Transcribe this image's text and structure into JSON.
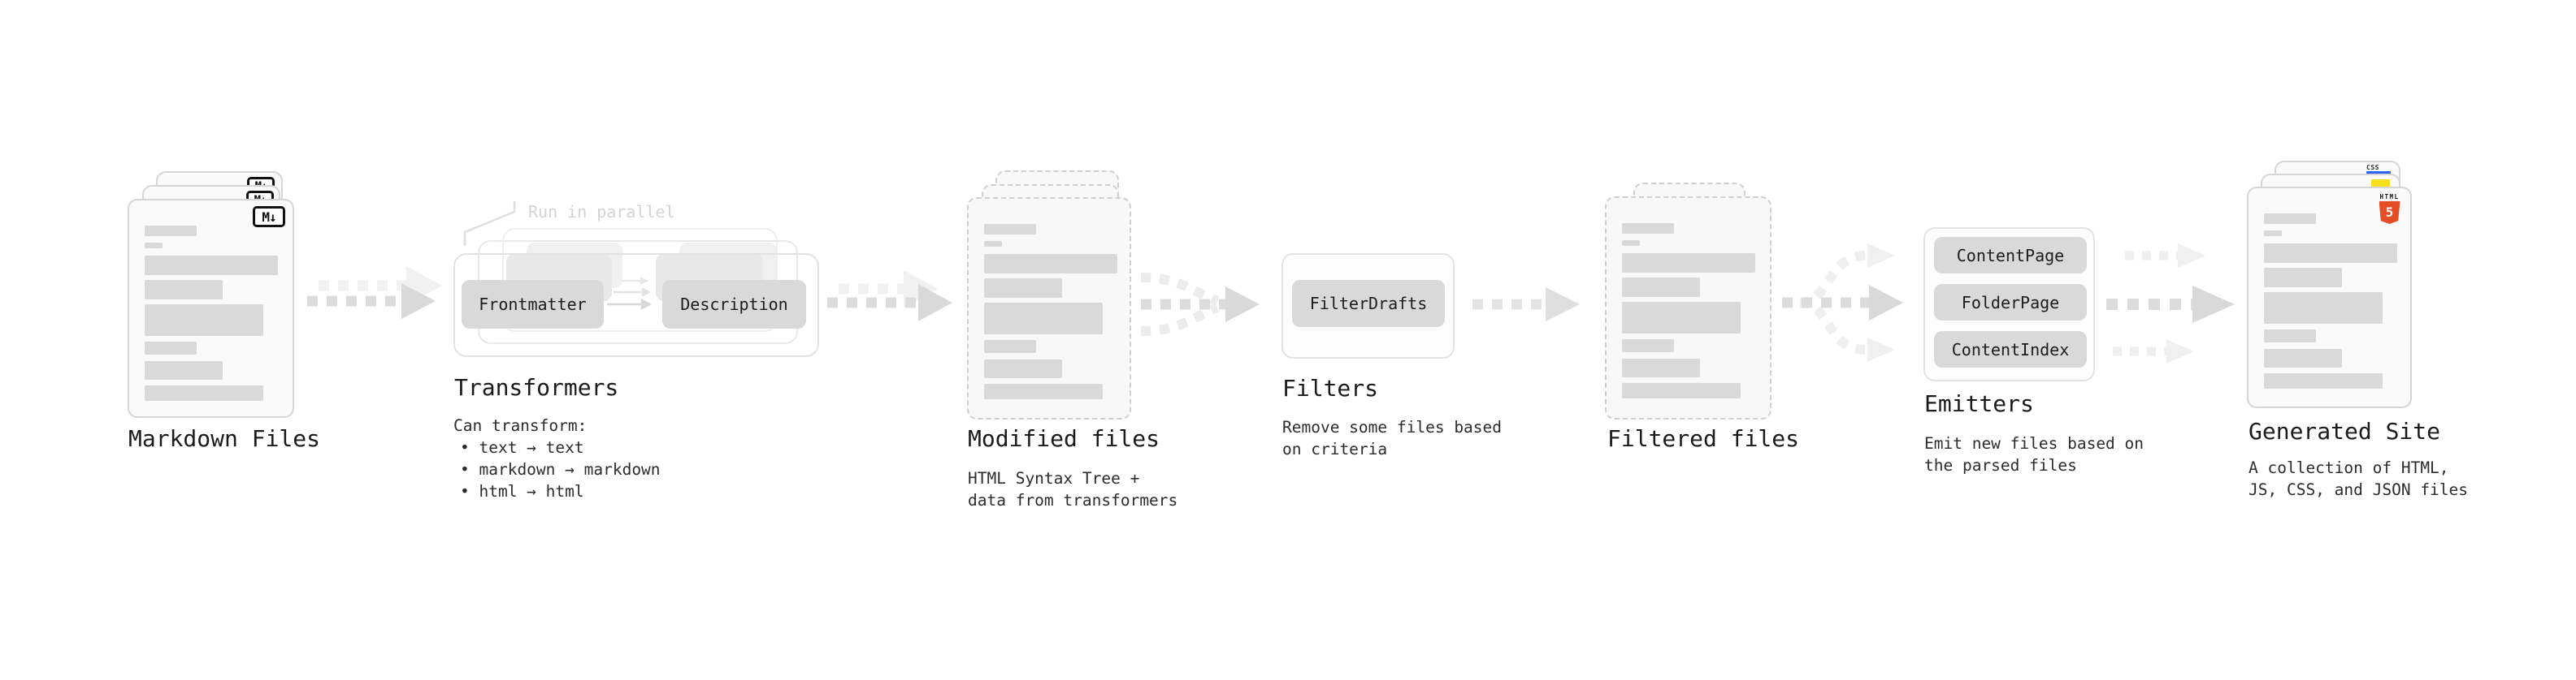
{
  "stages": {
    "markdown": {
      "title": "Markdown Files"
    },
    "transformers": {
      "title": "Transformers",
      "annotation": "Run in parallel",
      "pills": [
        "Frontmatter",
        "Description"
      ],
      "desc_heading": "Can transform:",
      "bullets": [
        "• text → text",
        "• markdown → markdown",
        "• html → html"
      ]
    },
    "modified": {
      "title": "Modified files",
      "desc": "HTML Syntax Tree +\ndata from transformers"
    },
    "filters": {
      "title": "Filters",
      "pills": [
        "FilterDrafts"
      ],
      "desc": "Remove some files based\non criteria"
    },
    "filtered": {
      "title": "Filtered files"
    },
    "emitters": {
      "title": "Emitters",
      "pills": [
        "ContentPage",
        "FolderPage",
        "ContentIndex"
      ],
      "desc": "Emit new files based on\nthe parsed files"
    },
    "generated": {
      "title": "Generated Site",
      "desc": "A collection of HTML,\nJS, CSS, and JSON files"
    }
  },
  "badges": {
    "markdown_logo": "M↓",
    "html5": {
      "wordmark": "HTML",
      "numeral": "5",
      "color": "#e44d26"
    },
    "css": {
      "label": "CSS",
      "color": "#2965f1"
    },
    "js": {
      "color": "#f7df1e"
    }
  },
  "colors": {
    "card_border": "#d6d6d6",
    "pill_bg": "#d9d9d9",
    "arrow_dark": "#dcdcdc",
    "arrow_light": "#f0f0f0",
    "text_primary": "#1f1f1f",
    "annotation": "#d4d4d4"
  }
}
